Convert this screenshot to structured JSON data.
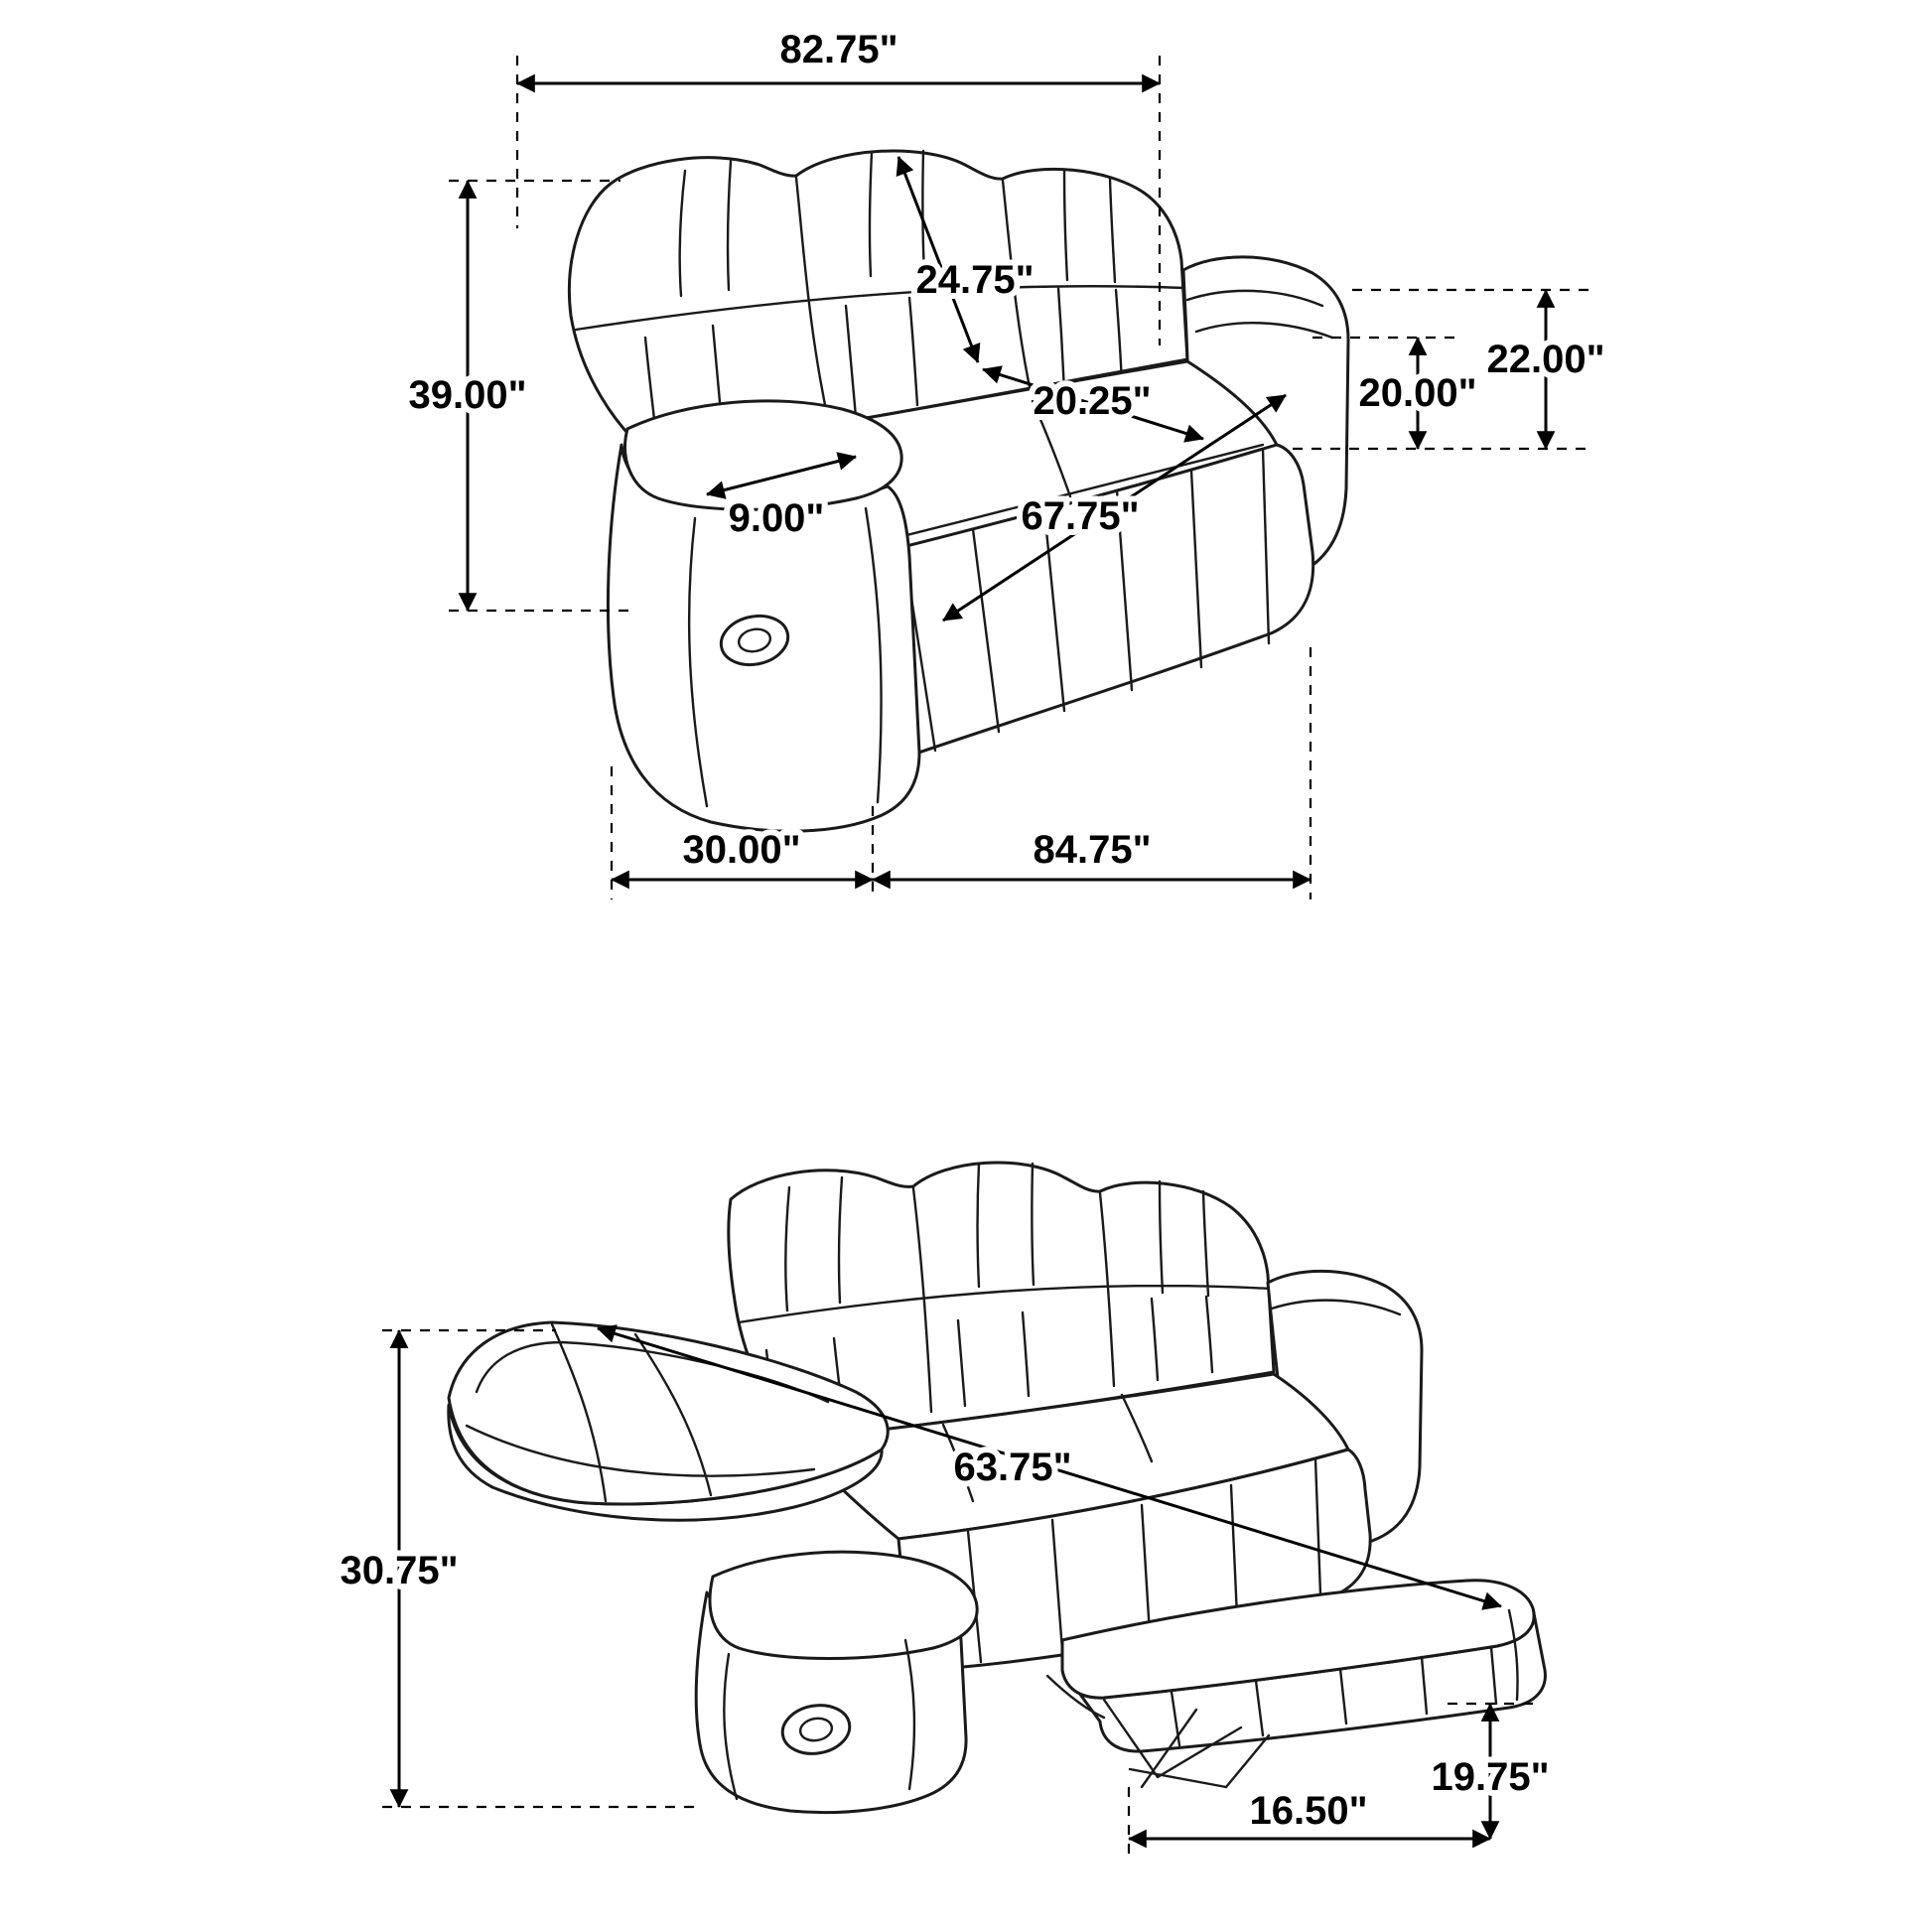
{
  "page": {
    "background_color": "#ffffff",
    "line_color": "#1a1a1a"
  },
  "diagram": {
    "subject": "3-seat reclining sofa dimension drawing",
    "views": [
      {
        "id": "upright",
        "description": "Sofa upright, three-quarter front view"
      },
      {
        "id": "reclined",
        "description": "Sofa with back reclined and footrest extended"
      }
    ]
  },
  "dims": {
    "upright": {
      "overall_width": "82.75\"",
      "back_cushion_height": "24.75\"",
      "overall_height": "39.00\"",
      "arm_height": "22.00\"",
      "seat_back_height": "20.00\"",
      "seat_depth": "20.25\"",
      "arm_top_width": "9.00\"",
      "seat_width": "67.75\"",
      "arm_front_depth": "30.00\"",
      "side_width": "84.75\""
    },
    "reclined": {
      "reclined_length": "63.75\"",
      "reclined_back_height": "30.75\"",
      "footrest_height": "19.75\"",
      "footrest_base_depth": "16.50\""
    }
  }
}
